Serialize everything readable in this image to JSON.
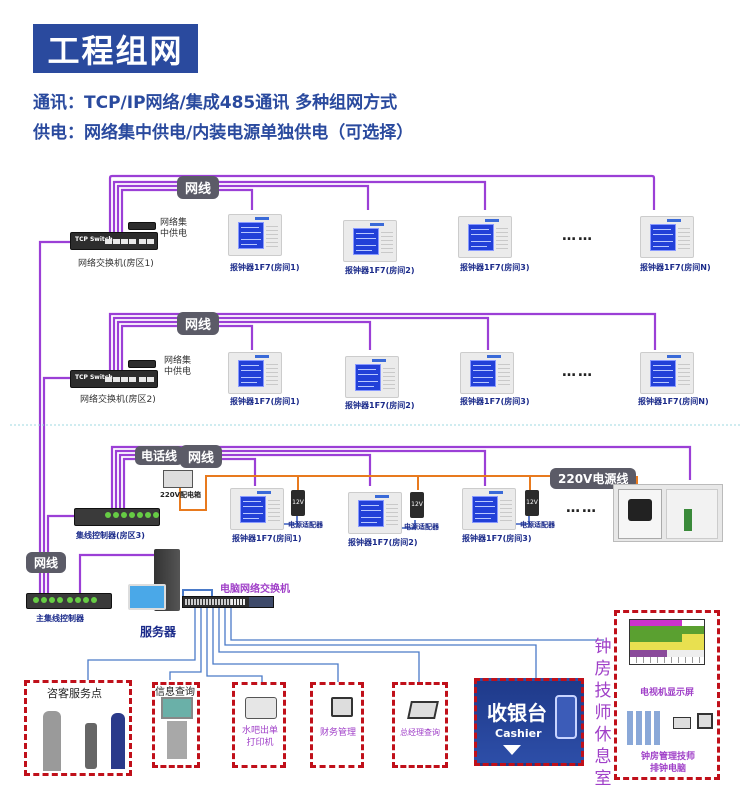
{
  "header": {
    "title": "工程组网",
    "line1": "通讯：TCP/IP网络/集成485通讯 多种组网方式",
    "line2": "供电：网络集中供电/内装电源单独供电（可选择）"
  },
  "colors": {
    "title_bg": "#2a4a9e",
    "network_wire": "#9b3fd6",
    "power_wire": "#e87a1e",
    "lan_wire": "#4a7ac8",
    "dashed_border": "#c0101a",
    "label_purple": "#a040c8"
  },
  "row1": {
    "wire_tag": "网线",
    "switch_brand": "TCP Switch",
    "poe_label": "网络集\n中供电",
    "switch_label": "网络交换机(房区1)",
    "devices": [
      "报钟器1F7(房间1)",
      "报钟器1F7(房间2)",
      "报钟器1F7(房间3)",
      "报钟器1F7(房间N)"
    ],
    "ellipsis": "……"
  },
  "row2": {
    "wire_tag": "网线",
    "switch_brand": "TCP Switch",
    "poe_label": "网络集\n中供电",
    "switch_label": "网络交换机(房区2)",
    "devices": [
      "报钟器1F7(房间1)",
      "报钟器1F7(房间2)",
      "报钟器1F7(房间3)",
      "报钟器1F7(房间N)"
    ],
    "ellipsis": "……"
  },
  "row3": {
    "phone_tag": "电话线",
    "wire_tag": "网线",
    "power_box_label": "220V配电箱",
    "power_line_tag": "220V电源线",
    "controller_label": "集线控制器(房区3)",
    "adapter_label": "电源适配器",
    "adapter_text": "12V",
    "devices": [
      "报钟器1F7(房间1)",
      "报钟器1F7(房间2)",
      "报钟器1F7(房间3)"
    ],
    "ellipsis": "……"
  },
  "core": {
    "wire_tag": "网线",
    "main_controller_label": "主集线控制器",
    "server_label": "服务器",
    "pc_switch_label": "电脑网络交换机"
  },
  "terminals": [
    {
      "label": "咨客服务点"
    },
    {
      "label": "信息查询"
    },
    {
      "label": "水吧出单\n打印机"
    },
    {
      "label": "财务管理"
    },
    {
      "label": "总经理查询"
    },
    {
      "label": "收银台",
      "sub": "Cashier"
    }
  ],
  "rest_room": {
    "label": "钟房技师休息室",
    "tv_label": "电视机显示屏",
    "pc_label": "钟房管理技师\n排钟电脑"
  }
}
